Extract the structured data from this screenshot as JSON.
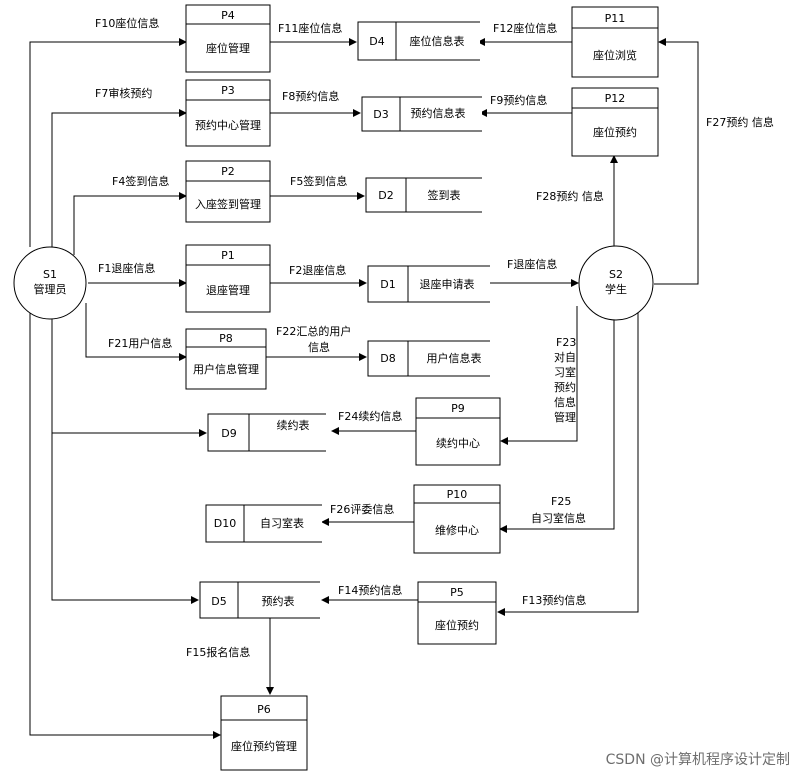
{
  "entities": {
    "S1": {
      "id": "S1",
      "name": "管理员"
    },
    "S2": {
      "id": "S2",
      "name": "学生"
    }
  },
  "processes": {
    "P4": {
      "id": "P4",
      "name": "座位管理"
    },
    "P3": {
      "id": "P3",
      "name": "预约中心管理"
    },
    "P2": {
      "id": "P2",
      "name": "入座签到管理"
    },
    "P1": {
      "id": "P1",
      "name": "退座管理"
    },
    "P8": {
      "id": "P8",
      "name": "用户信息管理"
    },
    "P11": {
      "id": "P11",
      "name": "座位浏览"
    },
    "P12": {
      "id": "P12",
      "name": "座位预约"
    },
    "P9": {
      "id": "P9",
      "name": "续约中心"
    },
    "P10": {
      "id": "P10",
      "name": "维修中心"
    },
    "P5": {
      "id": "P5",
      "name": "座位预约"
    },
    "P6": {
      "id": "P6",
      "name": "座位预约管理"
    }
  },
  "stores": {
    "D4": {
      "id": "D4",
      "name": "座位信息表"
    },
    "D3": {
      "id": "D3",
      "name": "预约信息表"
    },
    "D2": {
      "id": "D2",
      "name": "签到表"
    },
    "D1": {
      "id": "D1",
      "name": "退座申请表"
    },
    "D8": {
      "id": "D8",
      "name": "用户信息表"
    },
    "D9": {
      "id": "D9",
      "name": "续约表"
    },
    "D10": {
      "id": "D10",
      "name": "自习室表"
    },
    "D5": {
      "id": "D5",
      "name": "预约表"
    }
  },
  "flows": {
    "F10": "F10座位信息",
    "F11": "F11座位信息",
    "F12": "F12座位信息",
    "F7": "F7审核预约",
    "F8": "F8预约信息",
    "F9": "F9预约信息",
    "F27": "F27预约 信息",
    "F4": "F4签到信息",
    "F5": "F5签到信息",
    "F28": "F28预约 信息",
    "F1": "F1退座信息",
    "F2": "F2退座信息",
    "F_s2": "F退座信息",
    "F21": "F21用户信息",
    "F22_a": "F22汇总的用户",
    "F22_b": "信息",
    "F23": [
      "F23",
      "对自",
      "习室",
      "预约",
      "信息",
      "管理"
    ],
    "F24": "F24续约信息",
    "F25_a": "F25",
    "F25_b": "自习室信息",
    "F26": "F26评委信息",
    "F14": "F14预约信息",
    "F13": "F13预约信息",
    "F15": "F15报名信息"
  },
  "watermark": "CSDN @计算机程序设计定制"
}
